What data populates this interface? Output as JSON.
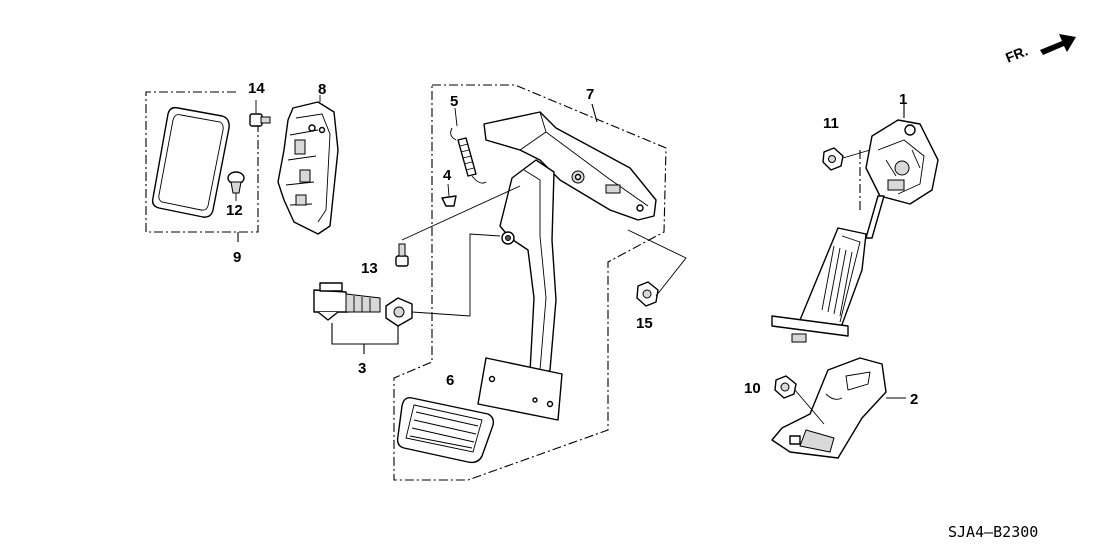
{
  "direction_label": "FR.",
  "diagram_ref": "SJA4—B2300",
  "callouts": {
    "c1": "1",
    "c2": "2",
    "c3": "3",
    "c4": "4",
    "c5": "5",
    "c6": "6",
    "c7": "7",
    "c8": "8",
    "c9": "9",
    "c10": "10",
    "c11": "11",
    "c12": "12",
    "c13": "13",
    "c14": "14",
    "c15": "15"
  }
}
